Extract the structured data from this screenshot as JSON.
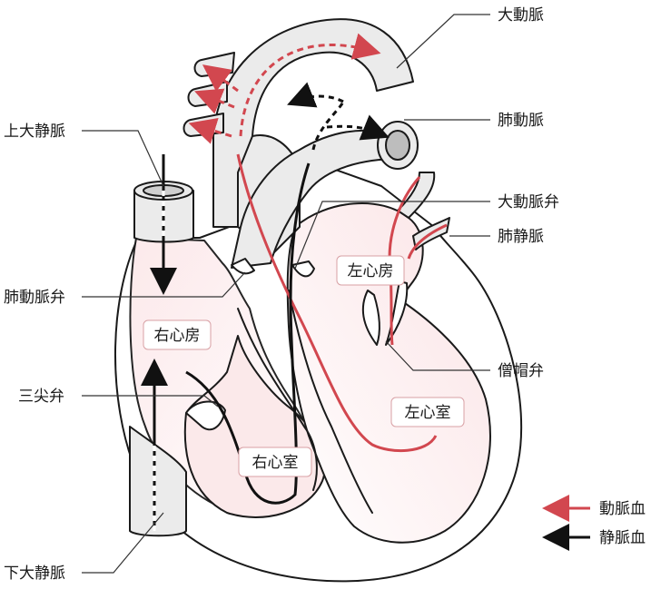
{
  "labels": {
    "aorta": "大動脈",
    "pulmonary_artery": "肺動脈",
    "superior_vena_cava": "上大静脈",
    "aortic_valve": "大動脈弁",
    "pulmonary_vein": "肺静脈",
    "pulmonary_valve": "肺動脈弁",
    "mitral_valve": "僧帽弁",
    "tricuspid_valve": "三尖弁",
    "inferior_vena_cava": "下大静脈"
  },
  "chambers": {
    "right_atrium": "右心房",
    "left_atrium": "左心房",
    "right_ventricle": "右心室",
    "left_ventricle": "左心室"
  },
  "legend": {
    "arterial": "動脈血",
    "venous": "静脈血"
  },
  "colors": {
    "arterial": "#d2474f",
    "venous": "#111111",
    "vessel_fill": "#ebebeb",
    "chamber_fill": "#fbe9ea",
    "outline": "#1a1a1a"
  }
}
